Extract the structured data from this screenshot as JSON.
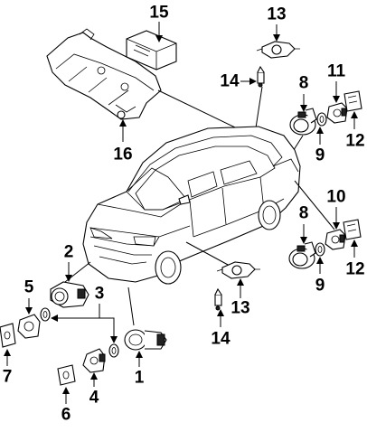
{
  "callouts": {
    "c15": "15",
    "c13_top": "13",
    "c14_top": "14",
    "c8_top": "8",
    "c11": "11",
    "c9_top": "9",
    "c12_top": "12",
    "c16": "16",
    "c10": "10",
    "c8_bottom": "8",
    "c9_bottom": "9",
    "c12_bottom": "12",
    "c2": "2",
    "c5": "5",
    "c3": "3",
    "c13_bottom": "13",
    "c14_bottom": "14",
    "c7": "7",
    "c4": "4",
    "c1": "1",
    "c6": "6"
  }
}
